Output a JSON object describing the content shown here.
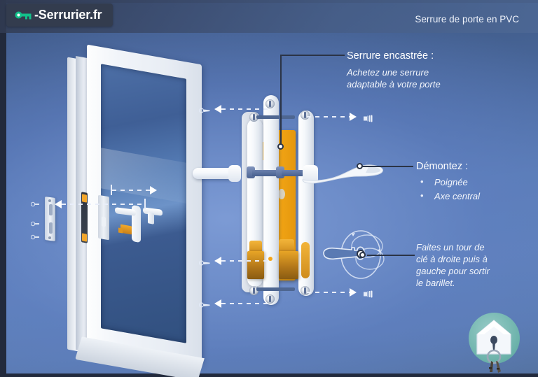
{
  "header": {
    "logo_text": "-Serrurier.fr",
    "logo_icon": "key-icon",
    "title": "Serrure de porte en PVC"
  },
  "callouts": {
    "mortise_lock": {
      "heading": "Serrure encastrée :",
      "body_line1": "Achetez une serrure",
      "body_line2": "adaptable à votre porte"
    },
    "disassemble": {
      "heading": "Démontez :",
      "items": [
        "Poignée",
        "Axe central"
      ]
    },
    "key_turn": {
      "line1": "Faites un tour de",
      "line2": "clé à droite puis à",
      "line3": "gauche pour sortir",
      "line4": "le barillet."
    }
  },
  "diagram": {
    "door_label": "pvc-door",
    "strike_plate_label": "strike-plate",
    "lock_body_label": "mortise-lock-body",
    "handle_label": "door-handle",
    "cylinder_label": "euro-cylinder",
    "key_rotation_label": "key-rotation-diagram",
    "badge_label": "house-keyring-badge"
  },
  "colors": {
    "background_top": "#3c5684",
    "background_mid": "#5f81b9",
    "logo_box": "#333c4e",
    "logo_key": "#12c08a",
    "lock_orange": "#f2a515",
    "cylinder_brown": "#8a5c12",
    "leader_line": "#2b3446",
    "badge_teal": "#6fb8ab",
    "text_white": "#ffffff"
  }
}
